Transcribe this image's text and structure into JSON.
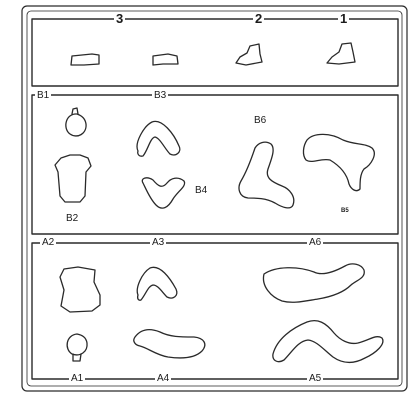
{
  "top_panel": {
    "labels": {
      "n3": "3",
      "n2": "2",
      "n1": "1"
    }
  },
  "middle_panel": {
    "labels": {
      "b1": "B1",
      "b3": "B3",
      "b6": "B6",
      "b2": "B2",
      "b4": "B4",
      "b5": "B5"
    }
  },
  "bottom_panel": {
    "labels": {
      "a2": "A2",
      "a3": "A3",
      "a6": "A6",
      "a1": "A1",
      "a4": "A4",
      "a5": "A5"
    }
  }
}
